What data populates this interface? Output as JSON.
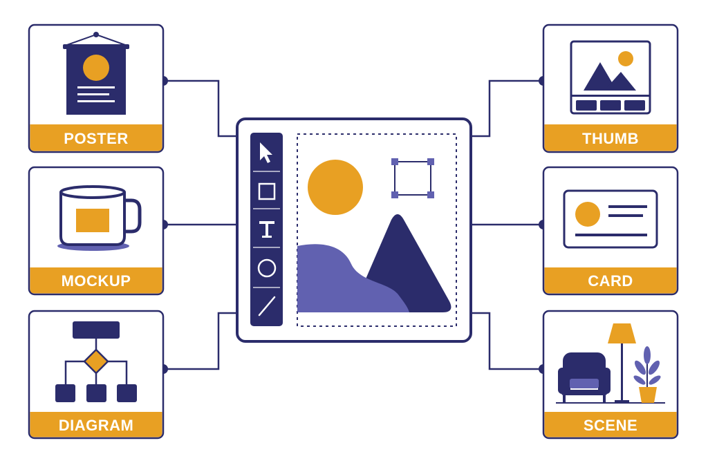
{
  "colors": {
    "navy": "#2b2c6b",
    "orange": "#e8a023",
    "purple": "#6161b0",
    "white": "#ffffff"
  },
  "cards": [
    {
      "id": "poster",
      "label": "POSTER",
      "icon": "poster-icon"
    },
    {
      "id": "mockup",
      "label": "MOCKUP",
      "icon": "mug-icon"
    },
    {
      "id": "diagram",
      "label": "DIAGRAM",
      "icon": "flowchart-icon"
    },
    {
      "id": "thumb",
      "label": "THUMB",
      "icon": "thumbnail-gallery-icon"
    },
    {
      "id": "card",
      "label": "CARD",
      "icon": "business-card-icon"
    },
    {
      "id": "scene",
      "label": "SCENE",
      "icon": "room-scene-icon"
    }
  ],
  "editor": {
    "tools": [
      "select-tool-icon",
      "rectangle-tool-icon",
      "text-tool-icon",
      "ellipse-tool-icon",
      "line-tool-icon"
    ],
    "text_tool_glyph": "T"
  }
}
